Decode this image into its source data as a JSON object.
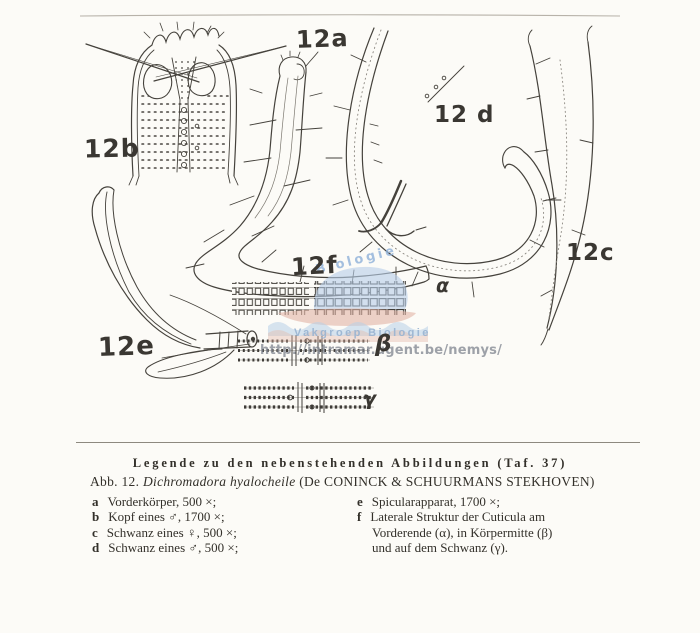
{
  "colors": {
    "paper": "#fcfbf7",
    "ink": "#45423c",
    "watermark_blue": "#a9c6e4",
    "watermark_salmon": "#e2b3a5",
    "url_gray": "#8a8f99"
  },
  "figure_labels": {
    "a": "12a",
    "b": "12b",
    "c": "12c",
    "d": "12 d",
    "e": "12e",
    "f": "12f"
  },
  "pattern_labels": {
    "alpha": "α",
    "beta": "β",
    "gamma": "γ"
  },
  "watermark": {
    "arc_text": "Biologie",
    "org": "Vakgroep Biologie",
    "url": "http://intramar.ugent.be/nemys/"
  },
  "legend": {
    "title": "Legende zu den nebenstehenden Abbildungen (Taf. 37)",
    "caption_prefix": "Abb. 12.",
    "caption_species": "Dichromadora hyalocheile",
    "caption_authority": "(De CONINCK & SCHUURMANS STEKHOVEN)",
    "items_left": [
      {
        "key": "a",
        "text": "Vorderkörper, 500 ×;"
      },
      {
        "key": "b",
        "text": "Kopf eines ♂, 1700 ×;"
      },
      {
        "key": "c",
        "text": "Schwanz eines ♀, 500 ×;"
      },
      {
        "key": "d",
        "text": "Schwanz eines ♂, 500 ×;"
      }
    ],
    "items_right_e": {
      "key": "e",
      "text": "Spicularapparat, 1700 ×;"
    },
    "items_right_f": {
      "key": "f",
      "line1": "Laterale Struktur der Cuticula am",
      "line2": "Vorderende (α), in Körpermitte (β)",
      "line3": "und auf dem Schwanz (γ)."
    }
  }
}
